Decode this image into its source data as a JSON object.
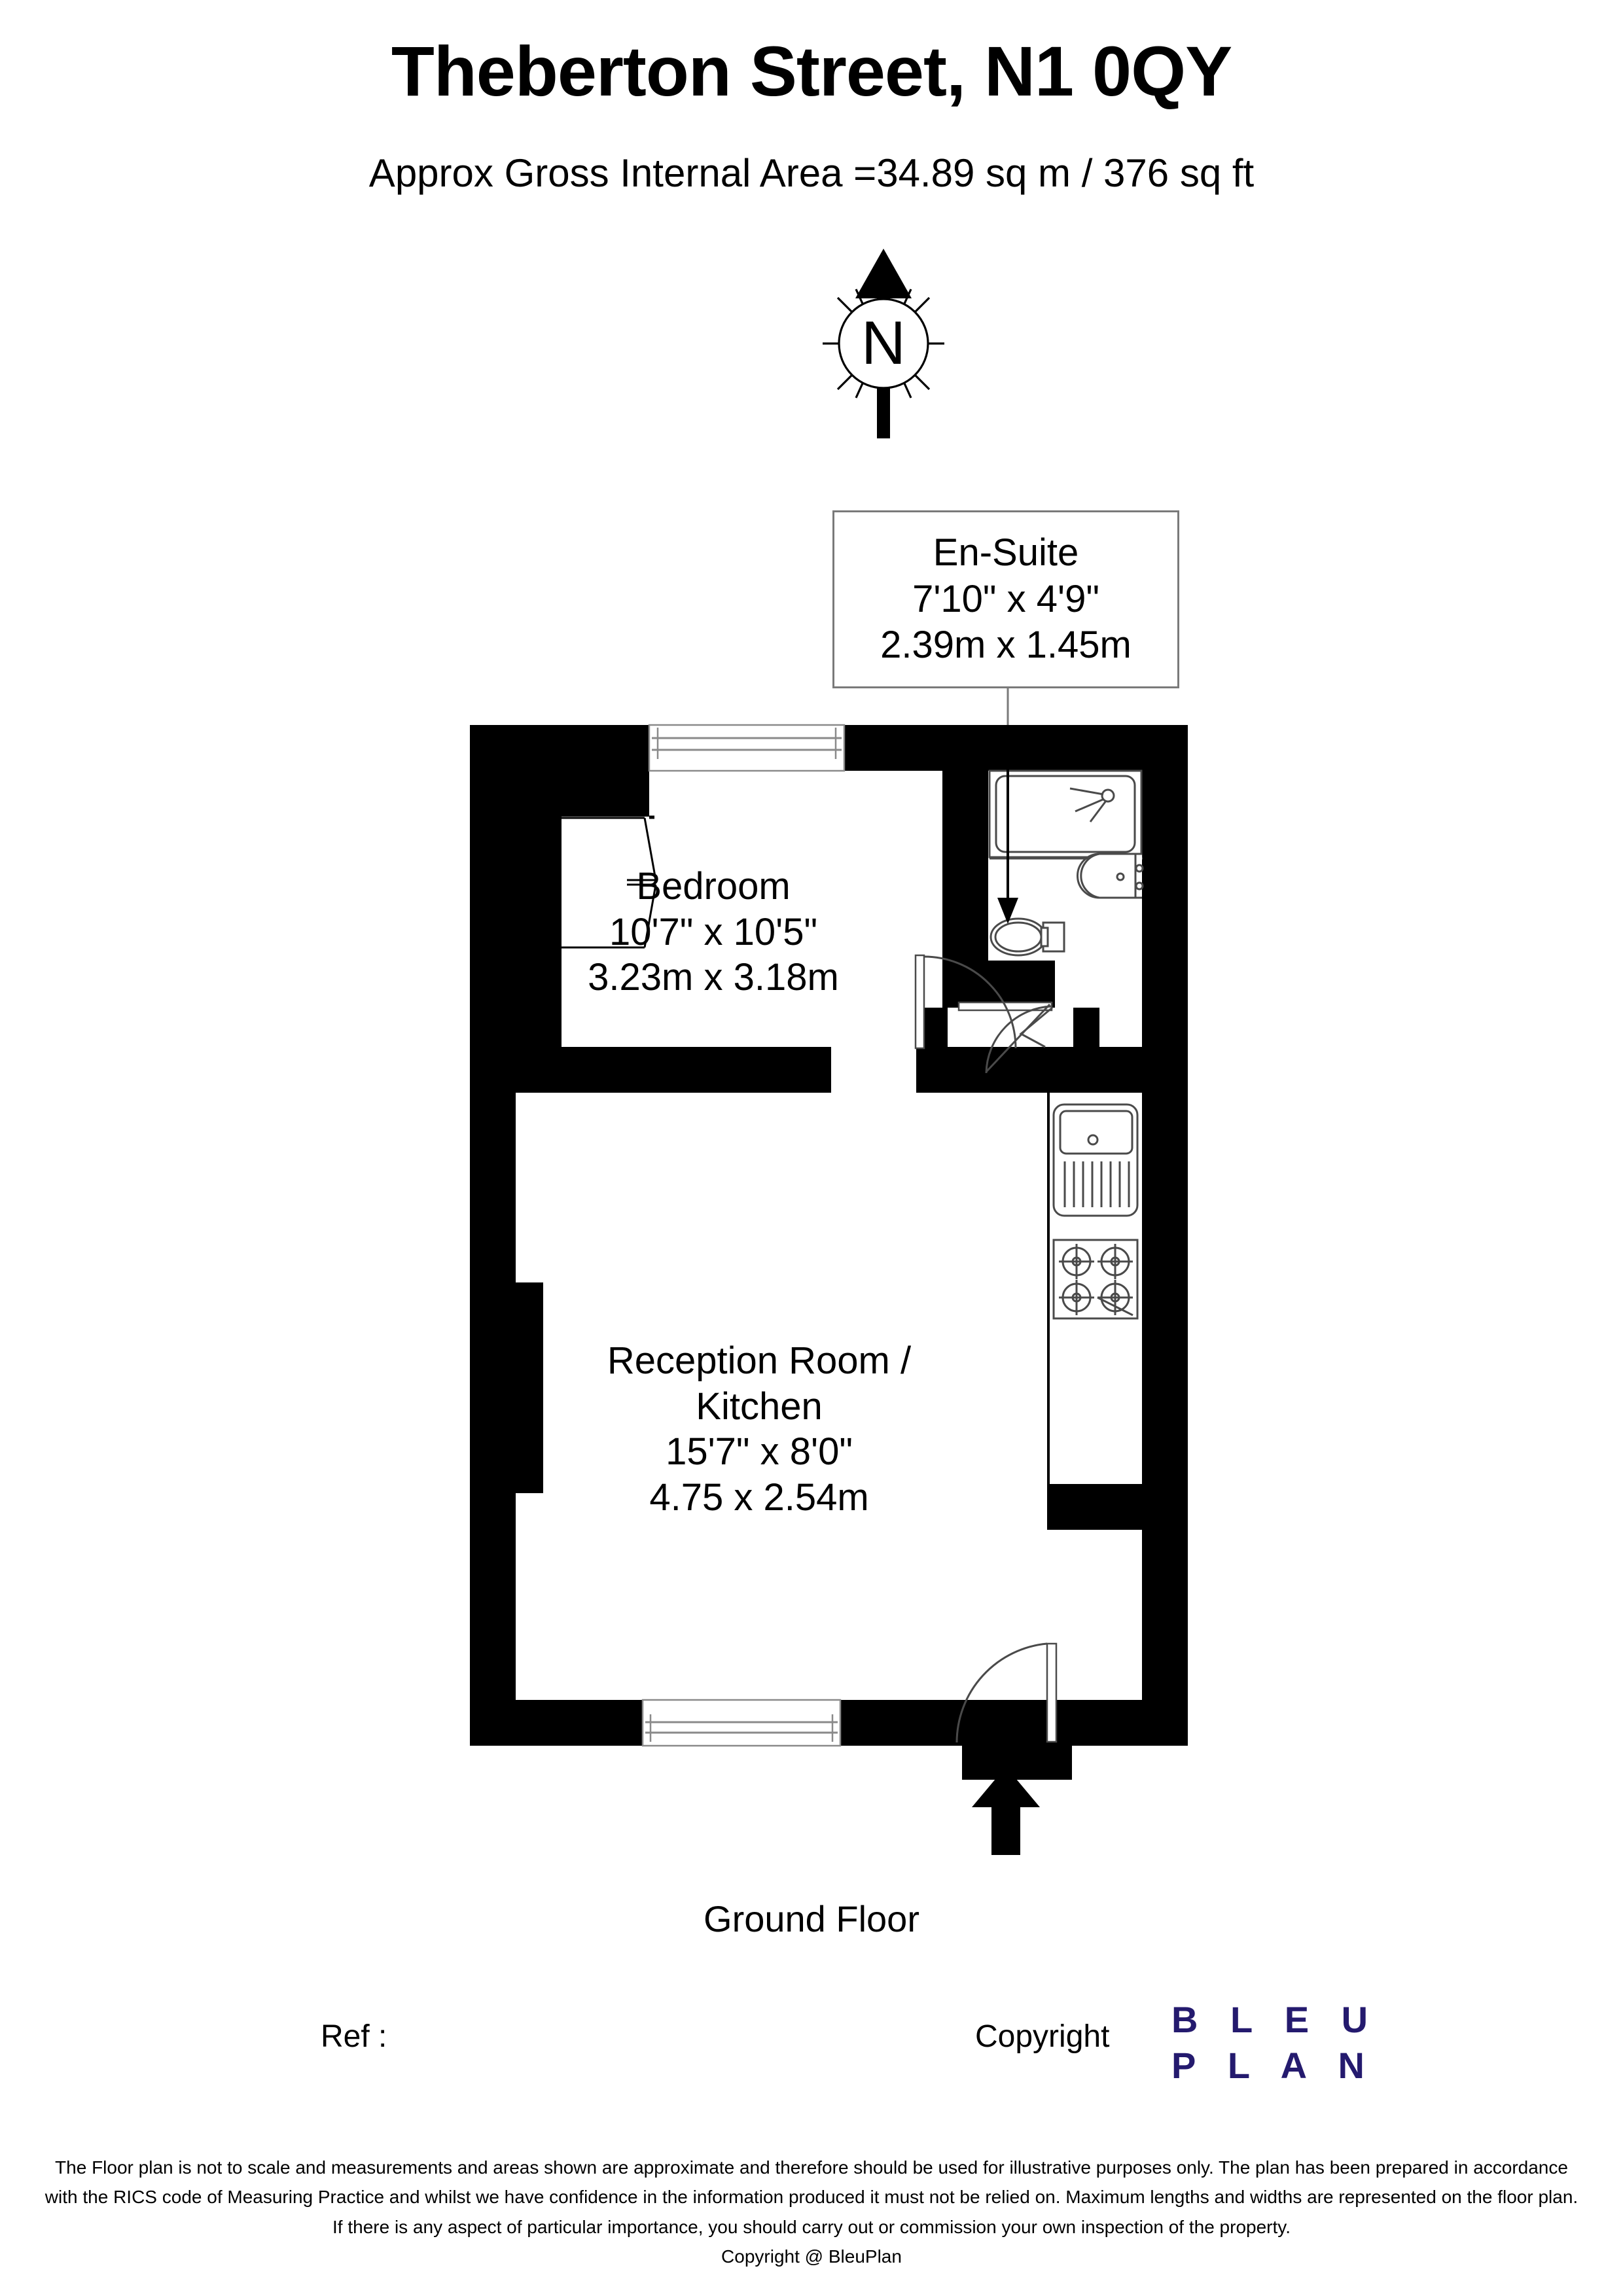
{
  "header": {
    "title": "Theberton Street, N1 0QY",
    "area_line": "Approx Gross Internal Area =34.89 sq m / 376 sq ft"
  },
  "compass": {
    "label": "N",
    "icon": "north-arrow-icon"
  },
  "callout": {
    "name": "En-Suite",
    "imperial": "7'10\" x 4'9\"",
    "metric": "2.39m x 1.45m"
  },
  "rooms": [
    {
      "id": "bedroom",
      "name": "Bedroom",
      "imperial": "10'7\" x 10'5\"",
      "metric": "3.23m x 3.18m"
    },
    {
      "id": "reception",
      "name_line1": "Reception Room /",
      "name_line2": "Kitchen",
      "imperial": "15'7\" x 8'0\"",
      "metric": "4.75 x 2.54m"
    }
  ],
  "floor": {
    "label": "Ground Floor"
  },
  "footer": {
    "ref_label": "Ref  :",
    "copyright_label": "Copyright",
    "logo_line1": "B L E U",
    "logo_line2": "P L A N",
    "logo_color": "#241A6E",
    "disclaimer_line1": "The Floor plan is not to scale and measurements and areas shown are approximate and therefore should be used for illustrative purposes only. The plan has been prepared in accordance",
    "disclaimer_line2": "with the RICS code of Measuring Practice and whilst we have confidence in the information produced it must not be relied on. Maximum lengths and widths are represented on the floor plan.",
    "disclaimer_line3": "If there is any aspect of particular importance, you should carry out or commission your own inspection of the property.",
    "disclaimer_line4": "Copyright @ BleuPlan"
  },
  "plan_features": {
    "wall_color": "#000000",
    "fixtures": [
      "shower-tray",
      "wash-basin",
      "wc-toilet",
      "kitchen-sink",
      "hob-4-burner",
      "wardrobe-alcove"
    ],
    "openings": [
      "bedroom-window",
      "reception-window",
      "entrance-door",
      "bedroom-door",
      "ensuite-door"
    ],
    "entry_marker": "entrance-arrow-icon"
  }
}
